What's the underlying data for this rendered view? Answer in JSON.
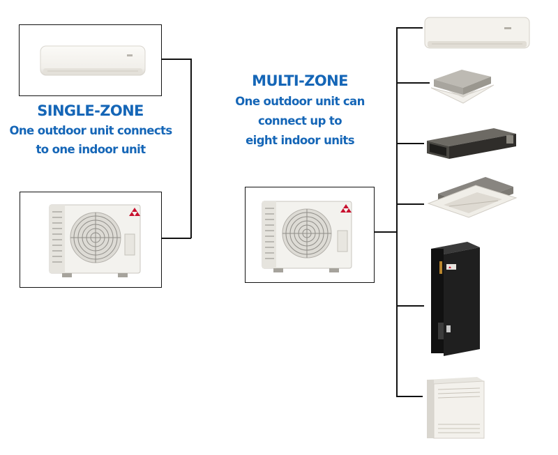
{
  "single_zone": {
    "title": "SINGLE-ZONE",
    "line1": "One outdoor unit connects",
    "line2": "to one indoor unit"
  },
  "multi_zone": {
    "title": "MULTI-ZONE",
    "line1": "One outdoor unit can",
    "line2": "connect up to",
    "line3": "eight indoor units"
  },
  "units": {
    "single_indoor": "wall-mounted-indoor-unit",
    "single_outdoor": "outdoor-condenser-unit",
    "multi_outdoor": "outdoor-condenser-unit",
    "multi_indoor": [
      "wall-mounted-indoor-unit",
      "ceiling-cassette-unit",
      "ducted-concealed-unit",
      "one-way-ceiling-cassette-unit",
      "vertical-air-handler-unit",
      "floor-mounted-console-unit"
    ]
  },
  "colors": {
    "heading_blue": "#1566b7",
    "line_black": "#111111",
    "unit_white": "#f1f0eb",
    "air_handler_black": "#1c1c1c"
  }
}
